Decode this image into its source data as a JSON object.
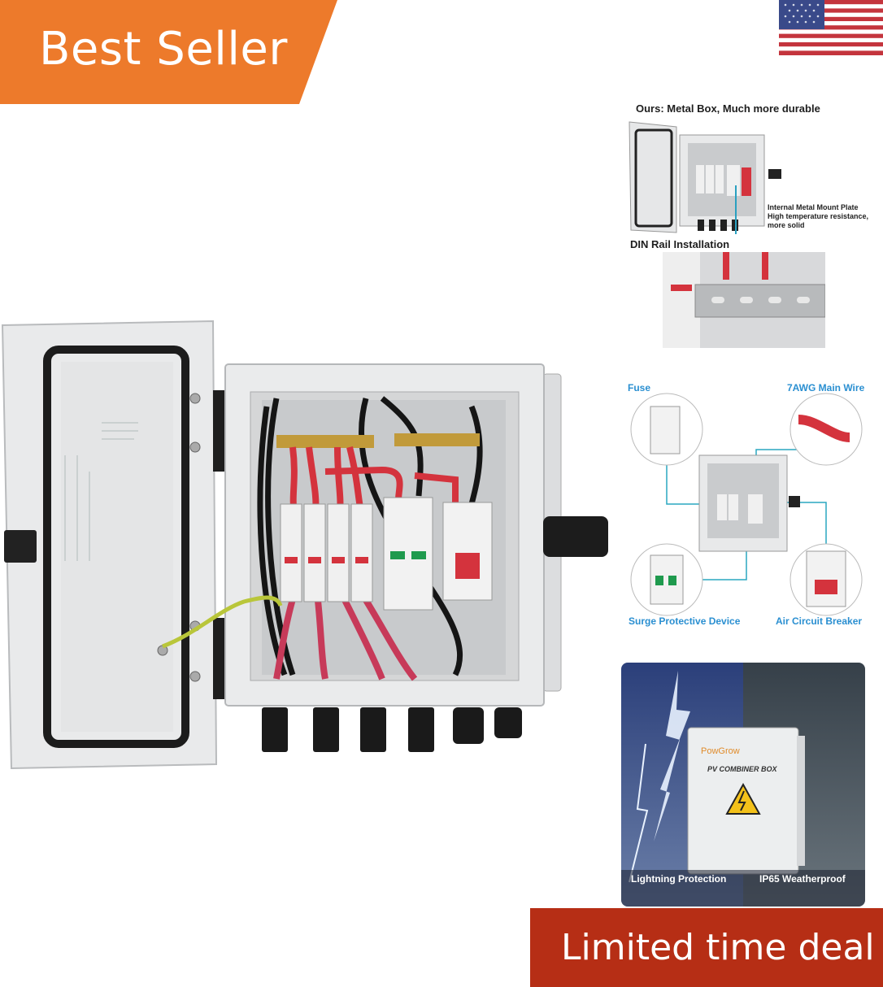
{
  "badge": {
    "label": "Best Seller",
    "color": "#ed7a2b"
  },
  "flag": {
    "icon": "us-flag-icon"
  },
  "right_panel": {
    "metal_title": "Ours: Metal Box, Much more durable",
    "mount_note": "Internal Metal Mount Plate High temperature resistance, more solid",
    "din_title": "DIN Rail Installation"
  },
  "components": {
    "fuse": "Fuse",
    "wire": "7AWG Main Wire",
    "spd": "Surge Protective Device",
    "breaker": "Air Circuit Breaker",
    "accent": "#2a8fd1"
  },
  "weather": {
    "brand": "PowGrow",
    "product": "PV COMBINER BOX",
    "left_label": "Lightning Protection",
    "right_label": "IP65 Weatherproof"
  },
  "deal": {
    "label": "Limited time deal",
    "color": "#b62e15"
  }
}
